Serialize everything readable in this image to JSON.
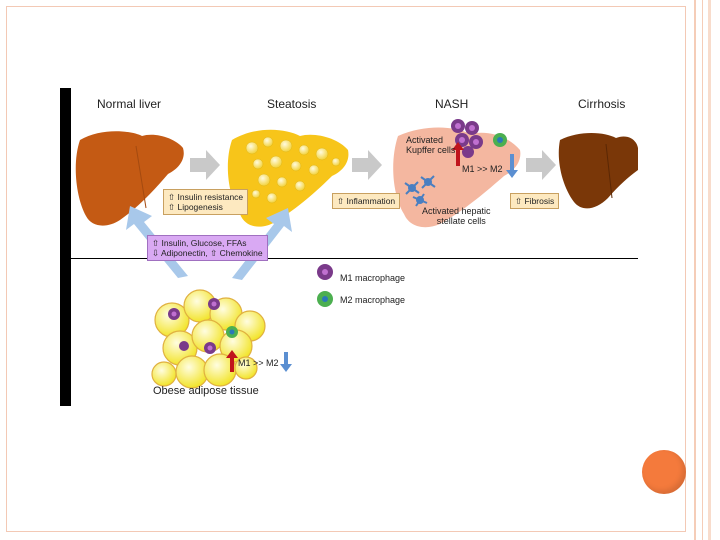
{
  "stages": {
    "normal": "Normal liver",
    "steatosis": "Steatosis",
    "nash": "NASH",
    "cirrhosis": "Cirrhosis"
  },
  "box_insulin_resistance": [
    "⇧ Insulin resistance",
    "⇧ Lipogenesis"
  ],
  "box_inflammation": "⇧ Inflammation",
  "box_fibrosis": "⇧ Fibrosis",
  "box_adipose_signals": [
    "⇧ Insulin, Glucose, FFAs",
    "⇩ Adiponectin, ⇧ Chemokine"
  ],
  "kupffer_label": [
    "Activated",
    "Kupffer cells"
  ],
  "nash_ratio": "M1 >> M2",
  "stellate_label": [
    "Activated hepatic",
    "stellate cells"
  ],
  "legend": {
    "m1": "M1 macrophage",
    "m2": "M2 macrophage"
  },
  "adipose_ratio": "M1 >> M2",
  "adipose_label": "Obese adipose tissue",
  "colors": {
    "normal_liver": "#c45a14",
    "steatotic_liver": "#f7c51a",
    "nash_liver": "#f4b7a0",
    "cirrhotic_liver": "#7a3708",
    "m1": "#7a3a8a",
    "m2": "#4caf50",
    "arrow_up": "#c0141c",
    "arrow_down": "#5b8fd1"
  }
}
